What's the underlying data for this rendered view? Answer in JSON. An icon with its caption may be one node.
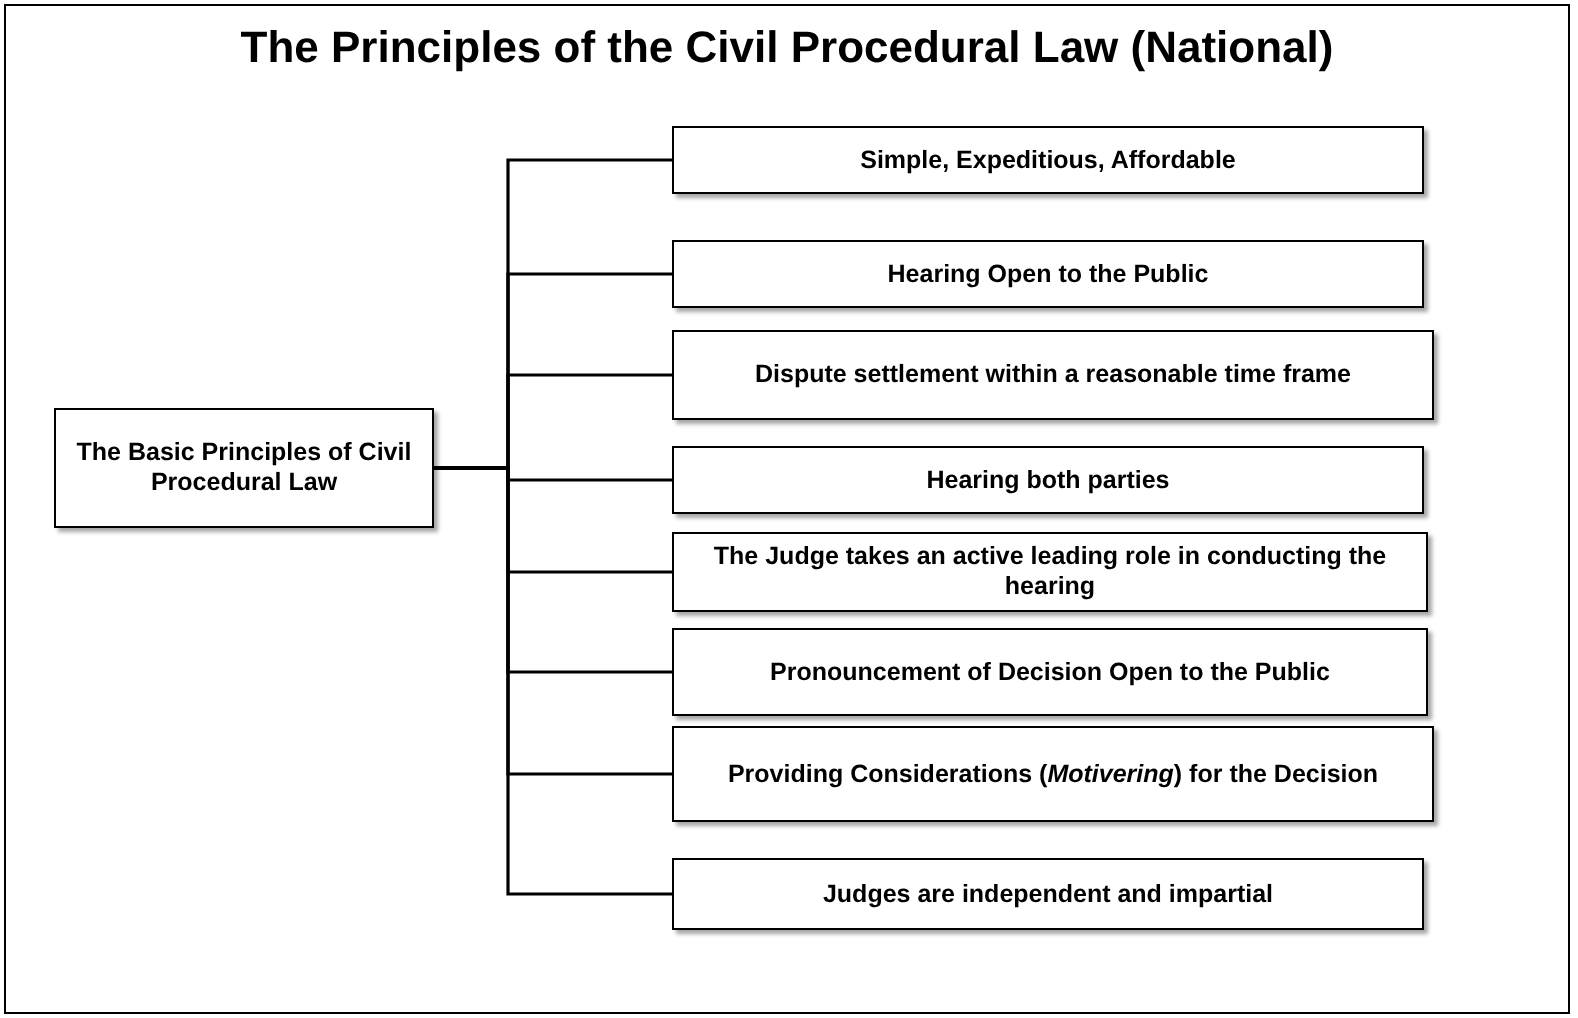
{
  "diagram": {
    "title": "The Principles of the Civil Procedural Law (National)",
    "nodes": [
      {
        "text": [
          "The Basic Principles of Civil Procedural Law"
        ]
      },
      {
        "text": [
          "Simple, Expeditious, Affordable"
        ]
      },
      {
        "text": [
          "Hearing Open to the Public"
        ]
      },
      {
        "text": [
          "Dispute settlement within a reasonable time frame"
        ]
      },
      {
        "text": [
          "Hearing both parties"
        ]
      },
      {
        "text": [
          "The Judge takes an active leading role in conducting the hearing"
        ]
      },
      {
        "text": [
          "Pronouncement of Decision Open to the Public"
        ]
      },
      {
        "text": [
          "Providing Considerations (*Motivering*) for the Decision"
        ]
      },
      {
        "text": [
          "Judges are independent and impartial"
        ]
      }
    ],
    "edges": [
      {
        "from": 0,
        "to": 1,
        "arrow": "none"
      },
      {
        "from": 0,
        "to": 2,
        "arrow": "none"
      },
      {
        "from": 0,
        "to": 3,
        "arrow": "none"
      },
      {
        "from": 0,
        "to": 4,
        "arrow": "none"
      },
      {
        "from": 0,
        "to": 5,
        "arrow": "none"
      },
      {
        "from": 0,
        "to": 6,
        "arrow": "none"
      },
      {
        "from": 0,
        "to": 7,
        "arrow": "none"
      },
      {
        "from": 0,
        "to": 8,
        "arrow": "none"
      }
    ]
  }
}
